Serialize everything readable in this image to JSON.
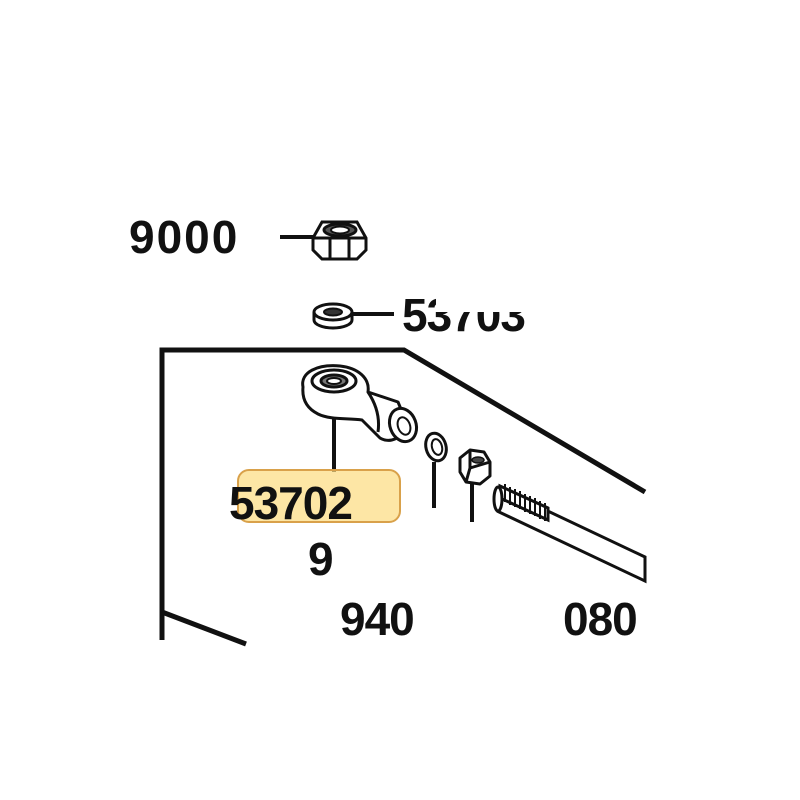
{
  "labels": {
    "nut_ref": "9000",
    "washer_ref": "53703",
    "highlighted_ref": "53702",
    "below_ref": "9",
    "bottom_left_ref": "940",
    "bottom_right_ref": "080"
  },
  "colors": {
    "line": "#111111",
    "highlight_fill": "#fcdc82",
    "highlight_border": "#d9a14a"
  },
  "parts": [
    "hex-nut-icon",
    "flat-washer-icon",
    "rod-end-icon",
    "lock-washer-icon",
    "small-hex-nut-icon",
    "threaded-rod-icon"
  ]
}
